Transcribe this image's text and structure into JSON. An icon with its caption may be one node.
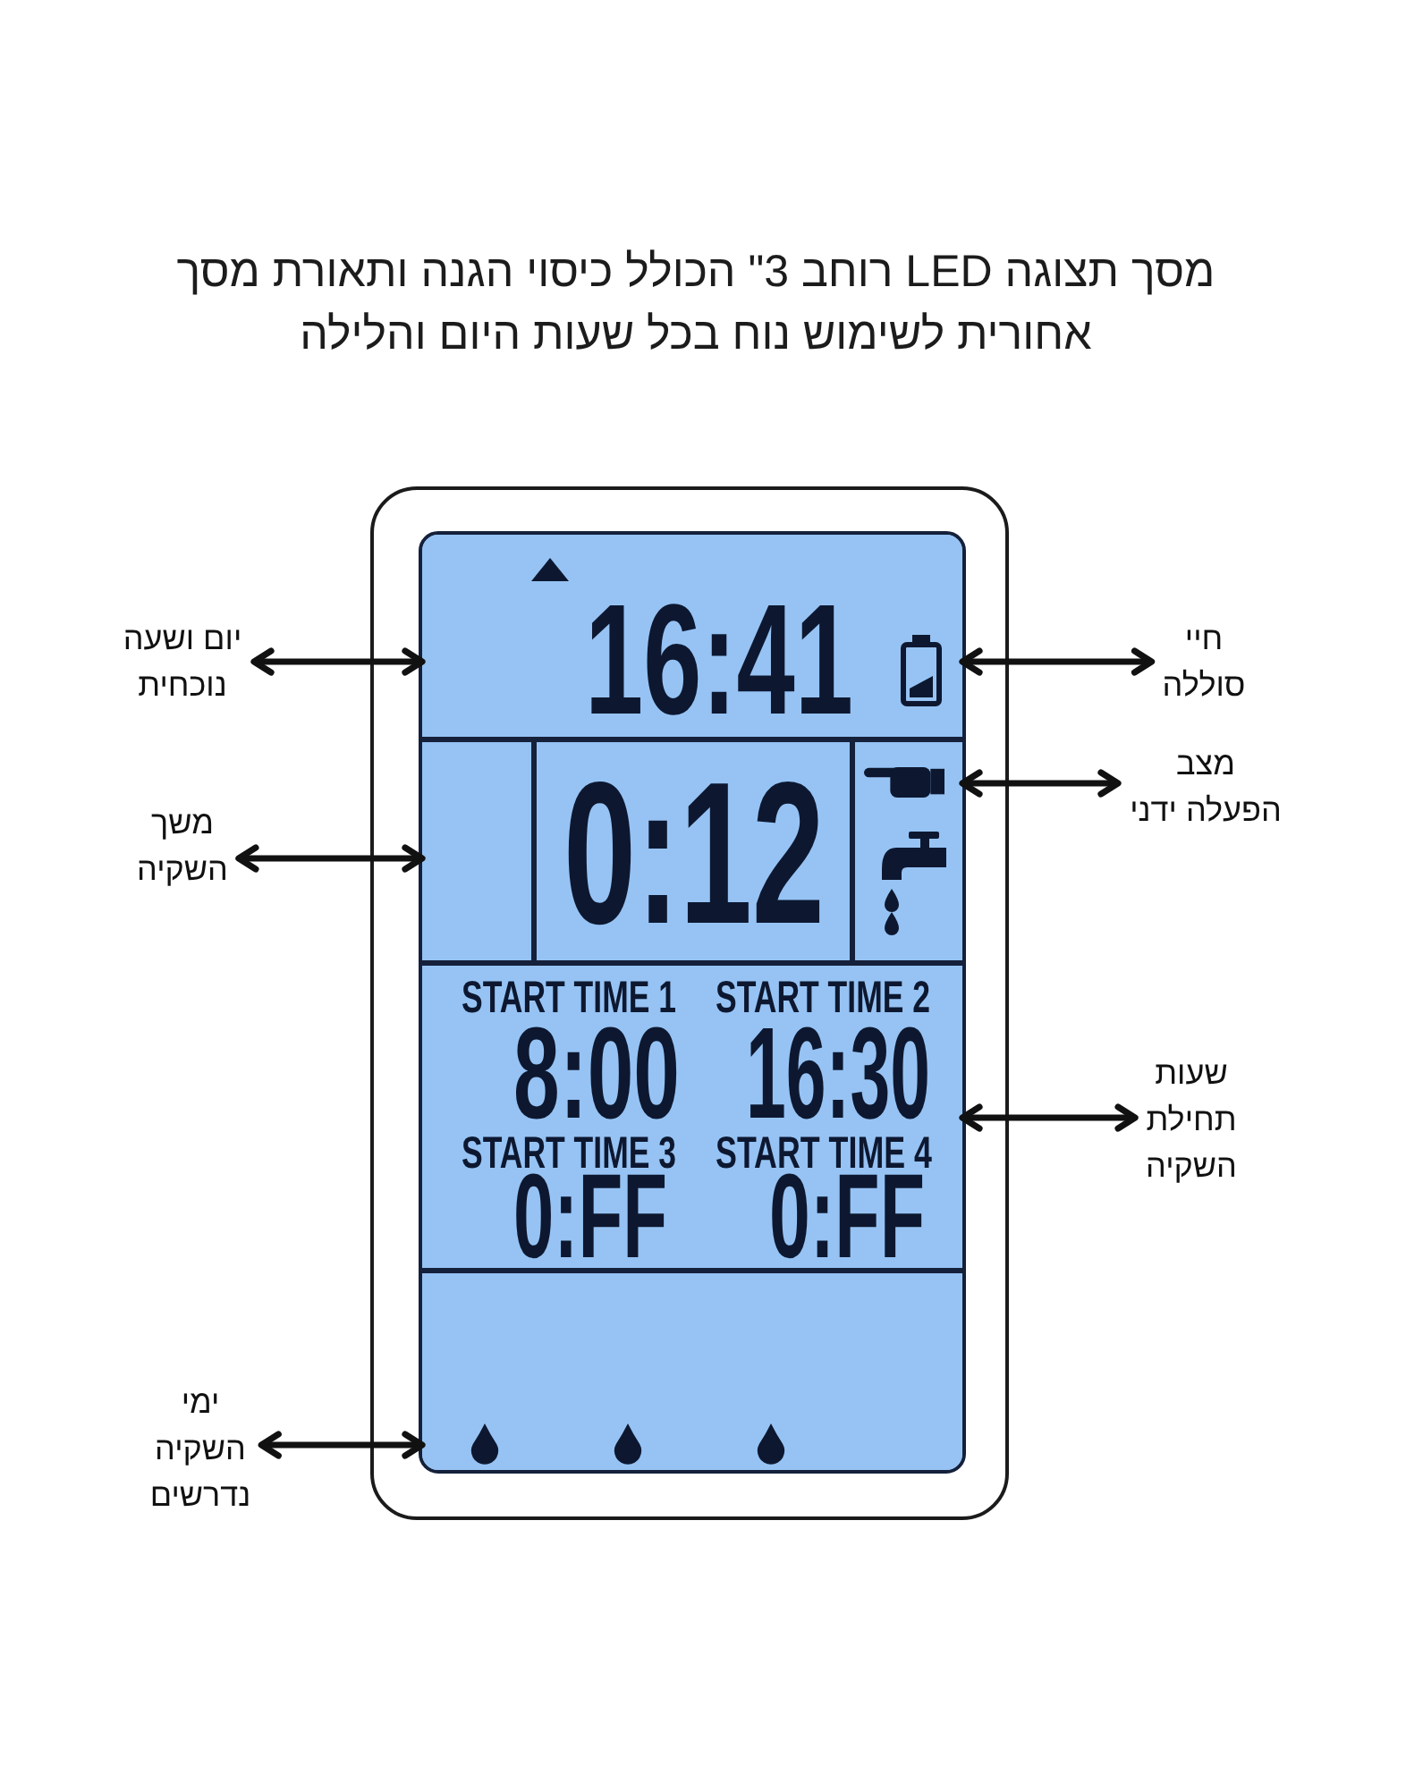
{
  "diagram": {
    "title": "מסך תצוגה LED רוחב 3\" הכולל כיסוי הגנה ותאורת מסך אחורית לשימוש נוח בכל שעות היום והלילה",
    "nodes": [
      {
        "text": [
          "יום ושעה נוכחית"
        ]
      },
      {
        "text": [
          "חיי סוללה"
        ]
      },
      {
        "text": [
          "מצב הפעלה ידני"
        ]
      },
      {
        "text": [
          "משך השקיה"
        ]
      },
      {
        "text": [
          "שעות תחילת השקיה"
        ]
      },
      {
        "text": [
          "ימי השקיה נדרשים"
        ]
      },
      {
        "text": [],
        "shape": "box"
      },
      {
        "text": [],
        "shape": "box",
        "in": 6
      },
      {
        "text": [
          "16:41"
        ],
        "in": 7
      },
      {
        "text": [],
        "shape": "box",
        "in": 7
      },
      {
        "text": [
          "0:12"
        ],
        "in": 7
      },
      {
        "text": [],
        "shape": "box",
        "in": 7
      },
      {
        "text": [
          "START TIME 1",
          "START TIME 2",
          "8:00",
          "16:30",
          "START TIME 3",
          "START TIME 4",
          "0:FF",
          "0:FF"
        ],
        "in": 7
      },
      {
        "text": [],
        "shape": "box",
        "in": 7
      }
    ],
    "edges": [
      {
        "from": 0,
        "to": 8,
        "arrow": "both"
      },
      {
        "from": 1,
        "to": 8,
        "arrow": "both"
      },
      {
        "from": 2,
        "to": 11,
        "arrow": "both"
      },
      {
        "from": 3,
        "to": 9,
        "arrow": "both"
      },
      {
        "from": 4,
        "to": 12,
        "arrow": "both"
      },
      {
        "from": 5,
        "to": 13,
        "arrow": "both"
      }
    ]
  }
}
